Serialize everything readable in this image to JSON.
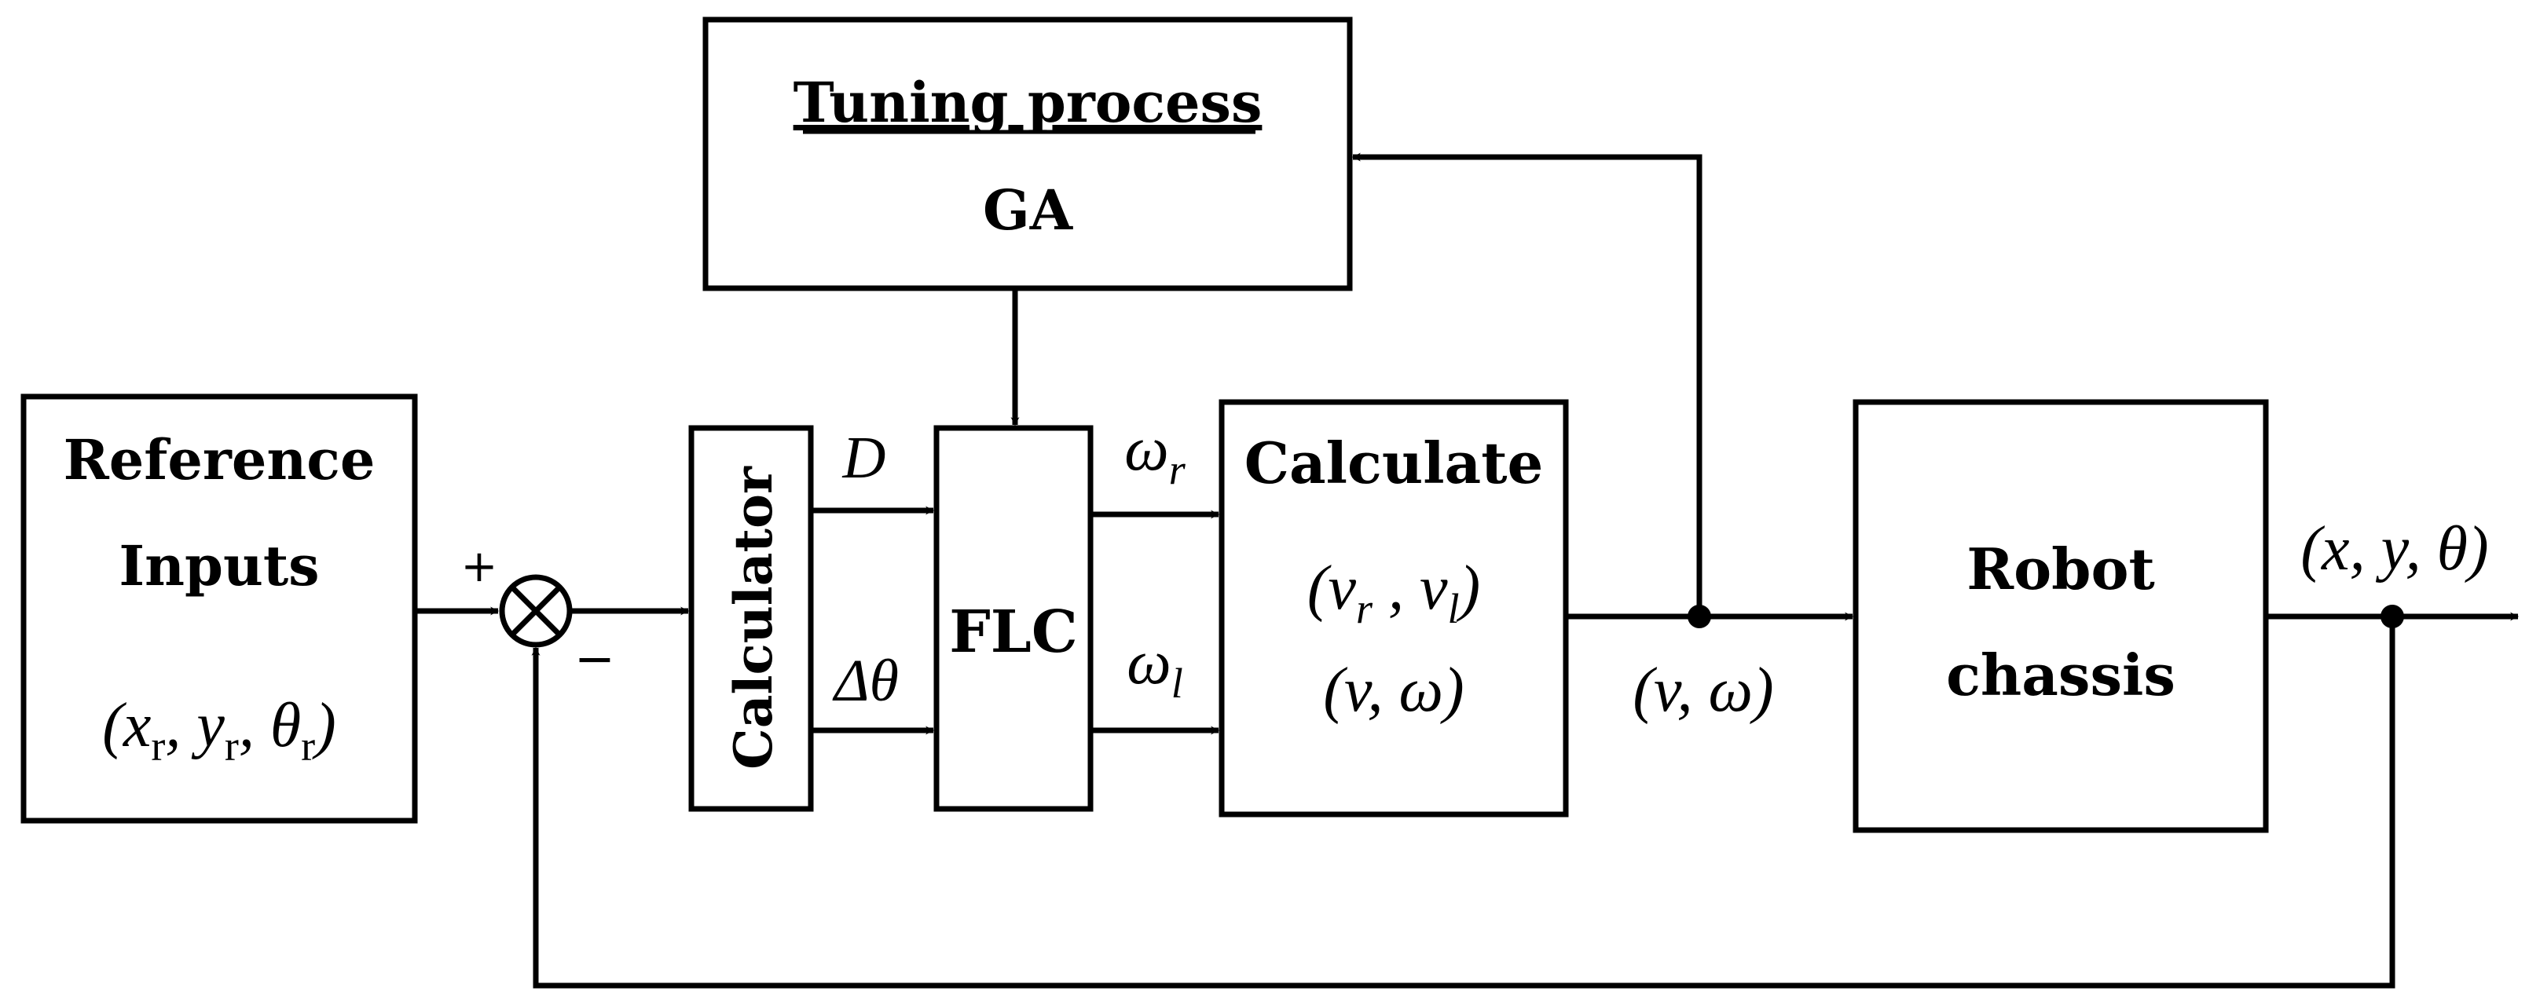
{
  "blocks": {
    "reference": {
      "line1": "Reference",
      "line2": "Inputs",
      "vars": [
        "x",
        "y",
        "θ"
      ],
      "sub": "r"
    },
    "calculator": {
      "label": "Calculator"
    },
    "flc": {
      "label": "FLC"
    },
    "tuning": {
      "title": "Tuning process",
      "method": "GA"
    },
    "calculate": {
      "title": "Calculate",
      "v_r": "v",
      "v_r_sub": "r",
      "v_l": "v",
      "v_l_sub": "l",
      "v": "v",
      "omega": "ω"
    },
    "robot": {
      "line1": "Robot",
      "line2": "chassis"
    }
  },
  "signals": {
    "plus": "+",
    "minus": "−",
    "distance": "D",
    "delta": "Δ",
    "theta": "θ",
    "omega": "ω",
    "omega_r_sub": "r",
    "omega_l_sub": "l",
    "v": "v",
    "x": "x",
    "y": "y"
  }
}
